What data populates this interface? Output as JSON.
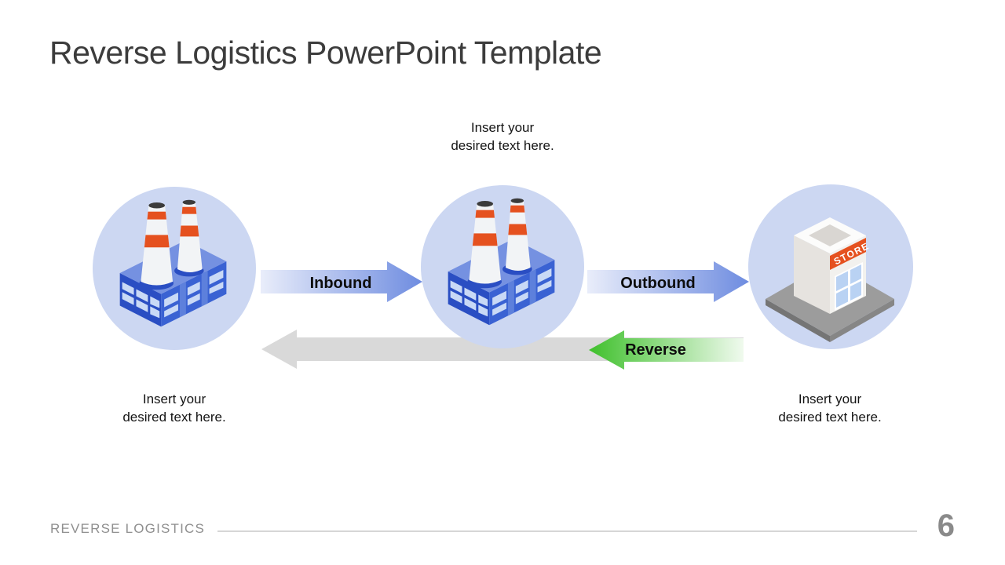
{
  "slide": {
    "title": "Reverse Logistics PowerPoint Template",
    "footer": "REVERSE LOGISTICS",
    "page_number": "6"
  },
  "captions": {
    "center_top": {
      "line1": "Insert your",
      "line2": "desired text here."
    },
    "left_bottom": {
      "line1": "Insert your",
      "line2": "desired text here."
    },
    "right_bottom": {
      "line1": "Insert your",
      "line2": "desired text here."
    }
  },
  "arrows": {
    "inbound": {
      "label": "Inbound",
      "direction": "right",
      "gradient_start": "#e9edfa",
      "gradient_end": "#6e8ce0"
    },
    "outbound": {
      "label": "Outbound",
      "direction": "right",
      "gradient_start": "#e9edfa",
      "gradient_end": "#6e8ce0"
    },
    "reverse": {
      "label": "Reverse",
      "direction": "left",
      "gradient_start": "#3fc02c",
      "gradient_end": "#f0faee"
    },
    "return_path": {
      "direction": "left",
      "color": "#d9d9d9"
    }
  },
  "nodes": {
    "factory_left": {
      "icon": "factory-icon"
    },
    "factory_center": {
      "icon": "factory-icon"
    },
    "store_right": {
      "icon": "store-icon",
      "sign_text": "STORE"
    }
  },
  "colors": {
    "node_circle": "#ccd7f2",
    "factory_dark_blue": "#2a4ec3",
    "factory_mid_blue": "#3a62d3",
    "factory_top_blue": "#7591e1",
    "chimney_band_orange": "#e5511f",
    "title_text": "#3c3c3c",
    "footer_text": "#8f8f8f",
    "reverse_gray": "#d9d9d9"
  }
}
